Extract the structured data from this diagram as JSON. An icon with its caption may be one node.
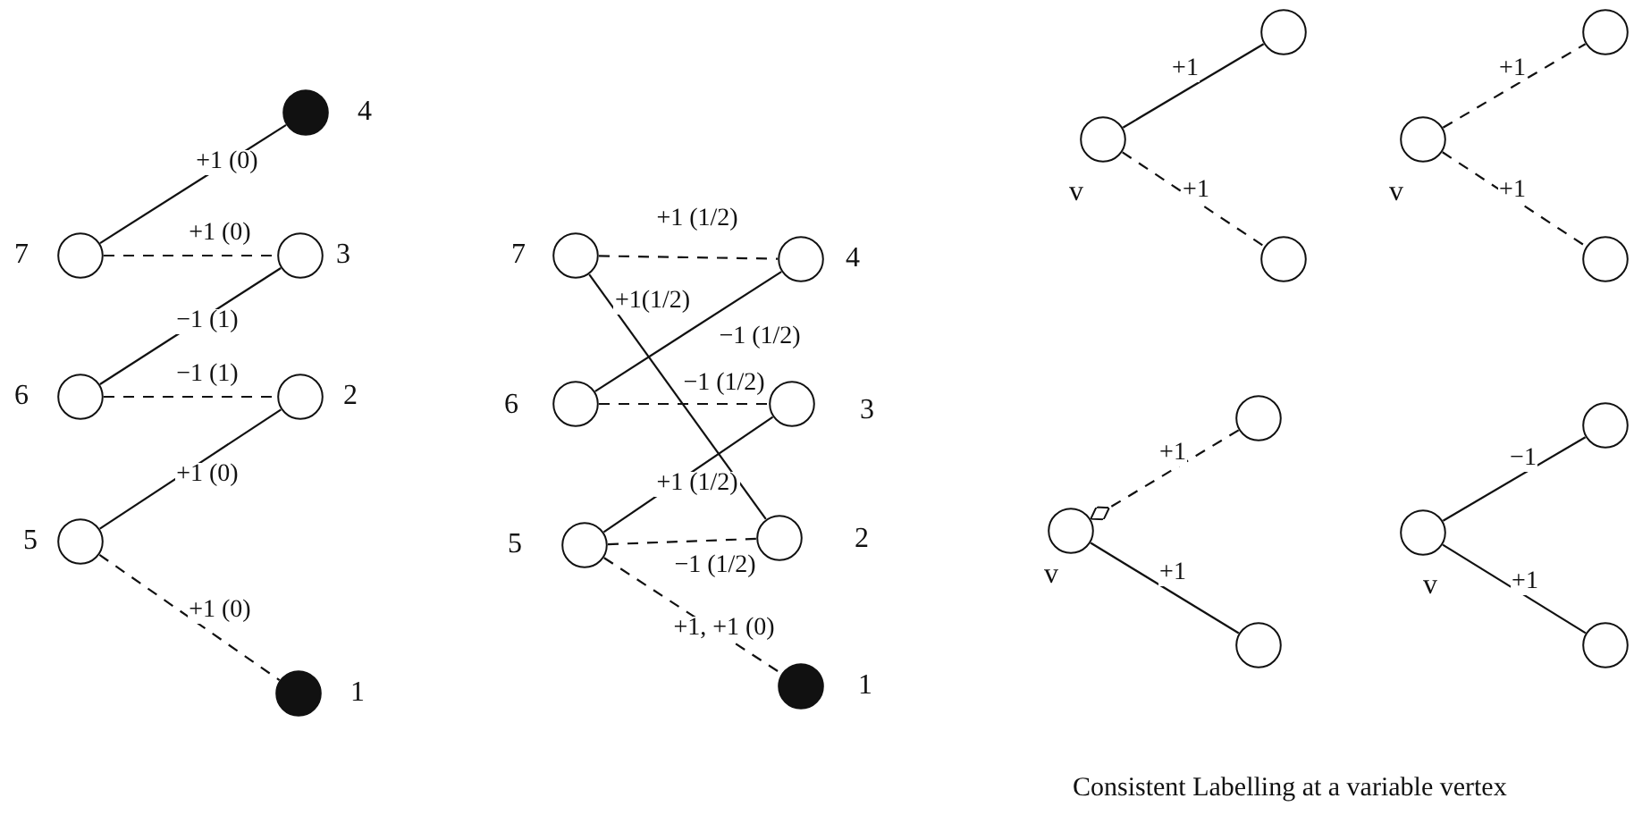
{
  "diagram": {
    "caption": "Consistent Labelling at a variable vertex",
    "nodes": [
      {
        "text": [],
        "shape": "dot",
        "beside": [
          "4"
        ]
      },
      {
        "text": [],
        "shape": "circle",
        "beside": [
          "7"
        ]
      },
      {
        "text": [],
        "shape": "circle",
        "beside": [
          "3"
        ]
      },
      {
        "text": [],
        "shape": "circle",
        "beside": [
          "6"
        ]
      },
      {
        "text": [],
        "shape": "circle",
        "beside": [
          "2"
        ]
      },
      {
        "text": [],
        "shape": "circle",
        "beside": [
          "5"
        ]
      },
      {
        "text": [],
        "shape": "dot",
        "beside": [
          "1"
        ]
      },
      {
        "text": [],
        "shape": "circle",
        "beside": [
          "7"
        ]
      },
      {
        "text": [],
        "shape": "circle",
        "beside": [
          "4"
        ]
      },
      {
        "text": [],
        "shape": "circle",
        "beside": [
          "6"
        ]
      },
      {
        "text": [],
        "shape": "circle",
        "beside": [
          "3"
        ]
      },
      {
        "text": [],
        "shape": "circle",
        "beside": [
          "5"
        ]
      },
      {
        "text": [],
        "shape": "circle",
        "beside": [
          "2"
        ]
      },
      {
        "text": [],
        "shape": "dot",
        "beside": [
          "1"
        ]
      },
      {
        "text": [],
        "shape": "circle"
      },
      {
        "text": [],
        "shape": "circle"
      },
      {
        "text": [],
        "shape": "circle",
        "beside": [
          "v"
        ]
      },
      {
        "text": [],
        "shape": "circle",
        "beside": [
          "v"
        ]
      },
      {
        "text": [],
        "shape": "circle"
      },
      {
        "text": [],
        "shape": "circle"
      },
      {
        "text": [],
        "shape": "circle"
      },
      {
        "text": [],
        "shape": "circle"
      },
      {
        "text": [],
        "shape": "circle",
        "beside": [
          "v"
        ]
      },
      {
        "text": [],
        "shape": "circle",
        "beside": [
          "v"
        ]
      },
      {
        "text": [],
        "shape": "circle"
      },
      {
        "text": [],
        "shape": "circle"
      }
    ],
    "edges": [
      {
        "from": 1,
        "to": 0,
        "arrow": "none",
        "label": "+1 (0)"
      },
      {
        "from": 1,
        "to": 2,
        "arrow": "none",
        "label": "+1 (0)",
        "style": "dashed"
      },
      {
        "from": 3,
        "to": 2,
        "arrow": "none",
        "label": "−1 (1)"
      },
      {
        "from": 3,
        "to": 4,
        "arrow": "none",
        "label": "−1 (1)",
        "style": "dashed"
      },
      {
        "from": 5,
        "to": 4,
        "arrow": "none",
        "label": "+1 (0)"
      },
      {
        "from": 5,
        "to": 6,
        "arrow": "none",
        "label": "+1 (0)",
        "style": "dashed"
      },
      {
        "from": 7,
        "to": 8,
        "arrow": "none",
        "label": "+1 (1/2)",
        "style": "dashed"
      },
      {
        "from": 7,
        "to": 12,
        "arrow": "none",
        "label": "+1(1/2)"
      },
      {
        "from": 9,
        "to": 8,
        "arrow": "none",
        "label": "−1 (1/2)"
      },
      {
        "from": 9,
        "to": 10,
        "arrow": "none",
        "label": "−1 (1/2)",
        "style": "dashed"
      },
      {
        "from": 11,
        "to": 10,
        "arrow": "none",
        "label": "+1 (1/2)"
      },
      {
        "from": 11,
        "to": 12,
        "arrow": "none",
        "label": "−1 (1/2)",
        "style": "dashed"
      },
      {
        "from": 11,
        "to": 13,
        "arrow": "none",
        "label": "+1, +1 (0)",
        "style": "dashed"
      },
      {
        "from": 16,
        "to": 14,
        "arrow": "none",
        "label": "+1"
      },
      {
        "from": 16,
        "to": 18,
        "arrow": "none",
        "label": "+1",
        "style": "dashed"
      },
      {
        "from": 17,
        "to": 15,
        "arrow": "none",
        "label": "+1",
        "style": "dashed"
      },
      {
        "from": 17,
        "to": 19,
        "arrow": "none",
        "label": "+1",
        "style": "dashed"
      },
      {
        "from": 20,
        "to": 22,
        "arrow": "other",
        "label": "+1",
        "style": "dashed"
      },
      {
        "from": 22,
        "to": 24,
        "arrow": "none",
        "label": "+1"
      },
      {
        "from": 23,
        "to": 21,
        "arrow": "none",
        "label": "−1"
      },
      {
        "from": 23,
        "to": 25,
        "arrow": "none",
        "label": "+1"
      }
    ]
  }
}
